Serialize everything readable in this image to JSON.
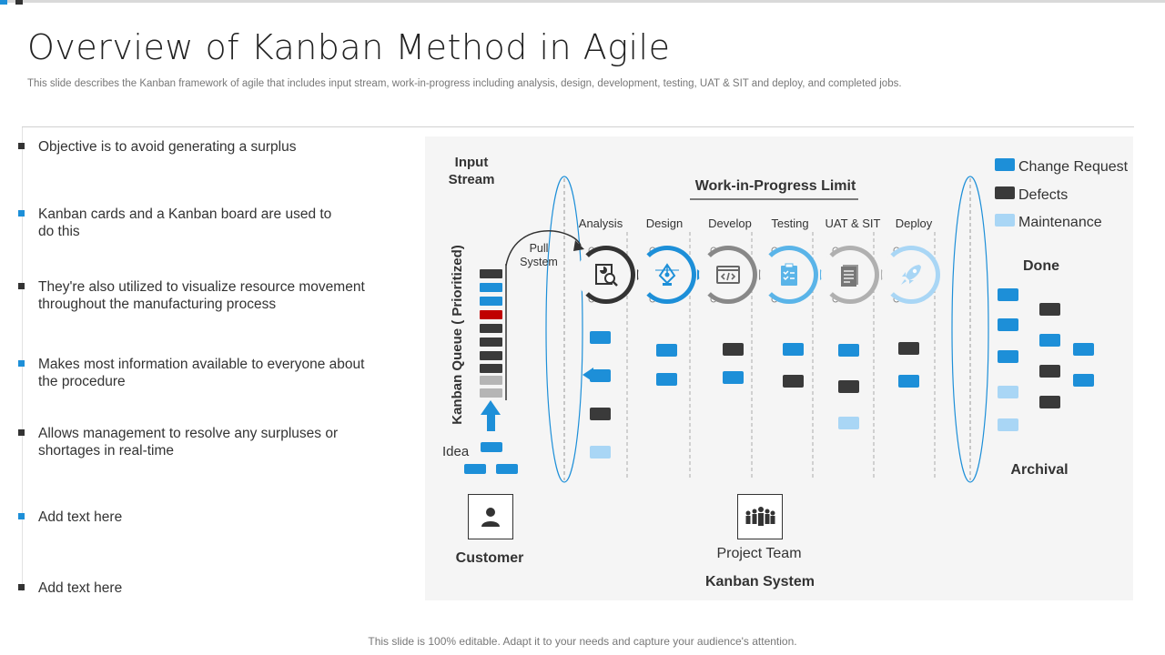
{
  "slide": {
    "title": "Overview of Kanban Method in Agile",
    "subtitle": "This slide describes the Kanban framework of agile that includes input stream, work-in-progress including analysis, design, development, testing, UAT & SIT and deploy, and completed jobs.",
    "footer": "This slide is 100% editable. Adapt it to your needs and capture your audience's attention."
  },
  "bullets": [
    {
      "text": "Objective is to avoid generating a surplus",
      "marker": "dark"
    },
    {
      "text": "Kanban cards and a Kanban board are used to do this",
      "marker": "blue"
    },
    {
      "text": "They're also utilized to visualize resource movement throughout  the manufacturing  process",
      "marker": "dark"
    },
    {
      "text": "Makes most information available to everyone about the procedure",
      "marker": "blue"
    },
    {
      "text": "Allows management to resolve any surpluses or shortages in real-time",
      "marker": "dark"
    },
    {
      "text": "Add text here",
      "marker": "blue"
    },
    {
      "text": "Add text here",
      "marker": "dark"
    }
  ],
  "diagram": {
    "input_stream": "Input Stream",
    "kanban_queue": "Kanban Queue ( Prioritized)",
    "pull_system": "Pull System",
    "idea": "Idea",
    "wip_limit": "Work-in-Progress Limit",
    "stages": [
      {
        "label": "Analysis",
        "icon": "analysis-icon",
        "ring": "#333333"
      },
      {
        "label": "Design",
        "icon": "pen-tool-icon",
        "ring": "#1d8fd8"
      },
      {
        "label": "Develop",
        "icon": "code-window-icon",
        "ring": "#888888"
      },
      {
        "label": "Testing",
        "icon": "clipboard-checklist-icon",
        "ring": "#5ab4e8"
      },
      {
        "label": "UAT & SIT",
        "icon": "document-icon",
        "ring": "#b0b0b0"
      },
      {
        "label": "Deploy",
        "icon": "rocket-icon",
        "ring": "#a9d6f5"
      }
    ],
    "done": "Done",
    "archival": "Archival",
    "customer": "Customer",
    "project_team": "Project Team",
    "kanban_system": "Kanban System",
    "legend": [
      {
        "label": "Change Request",
        "color": "#1d8fd8"
      },
      {
        "label": "Defects",
        "color": "#3a3a3a"
      },
      {
        "label": "Maintenance",
        "color": "#a9d6f5"
      }
    ],
    "colors": {
      "blue": "#1d8fd8",
      "dark": "#3a3a3a",
      "light": "#a9d6f5",
      "red": "#c00000",
      "grey": "#b5b5b5"
    }
  }
}
